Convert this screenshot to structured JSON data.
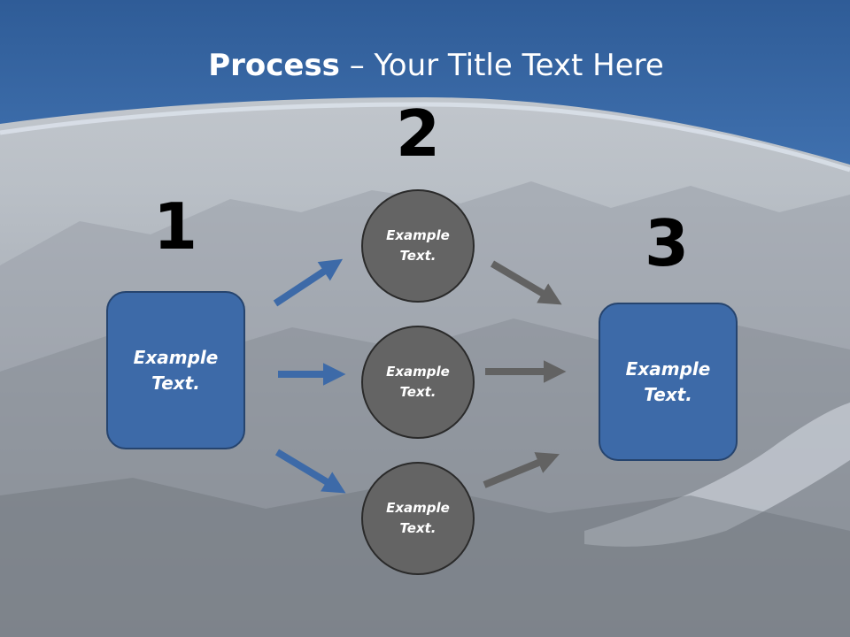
{
  "title": {
    "bold": "Process",
    "rest": " – Your Title Text Here"
  },
  "steps": {
    "one": {
      "number": "1",
      "line1": "Example",
      "line2": "Text."
    },
    "two": {
      "number": "2"
    },
    "three": {
      "number": "3",
      "line1": "Example",
      "line2": "Text."
    }
  },
  "circles": [
    {
      "line1": "Example",
      "line2": "Text."
    },
    {
      "line1": "Example",
      "line2": "Text."
    },
    {
      "line1": "Example",
      "line2": "Text."
    }
  ],
  "colors": {
    "box_fill": "#3d6aa8",
    "circle_fill": "#646464",
    "blue_arrow": "#3d6aa8",
    "gray_arrow": "#626262",
    "header_blue": "#3b69a6"
  }
}
